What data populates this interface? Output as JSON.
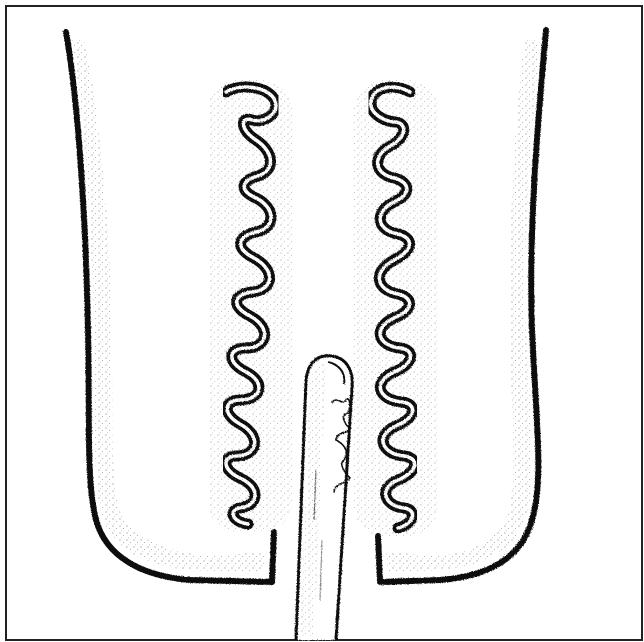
{
  "figure": {
    "kind": "line-drawing",
    "colors": {
      "ink": "#111111",
      "stipple": "#555555",
      "background": "#ffffff",
      "frame": "#222222"
    },
    "parts": [
      "outer-wall-left",
      "outer-wall-right",
      "crypt-band-left",
      "crypt-band-right",
      "probe-instrument"
    ]
  }
}
